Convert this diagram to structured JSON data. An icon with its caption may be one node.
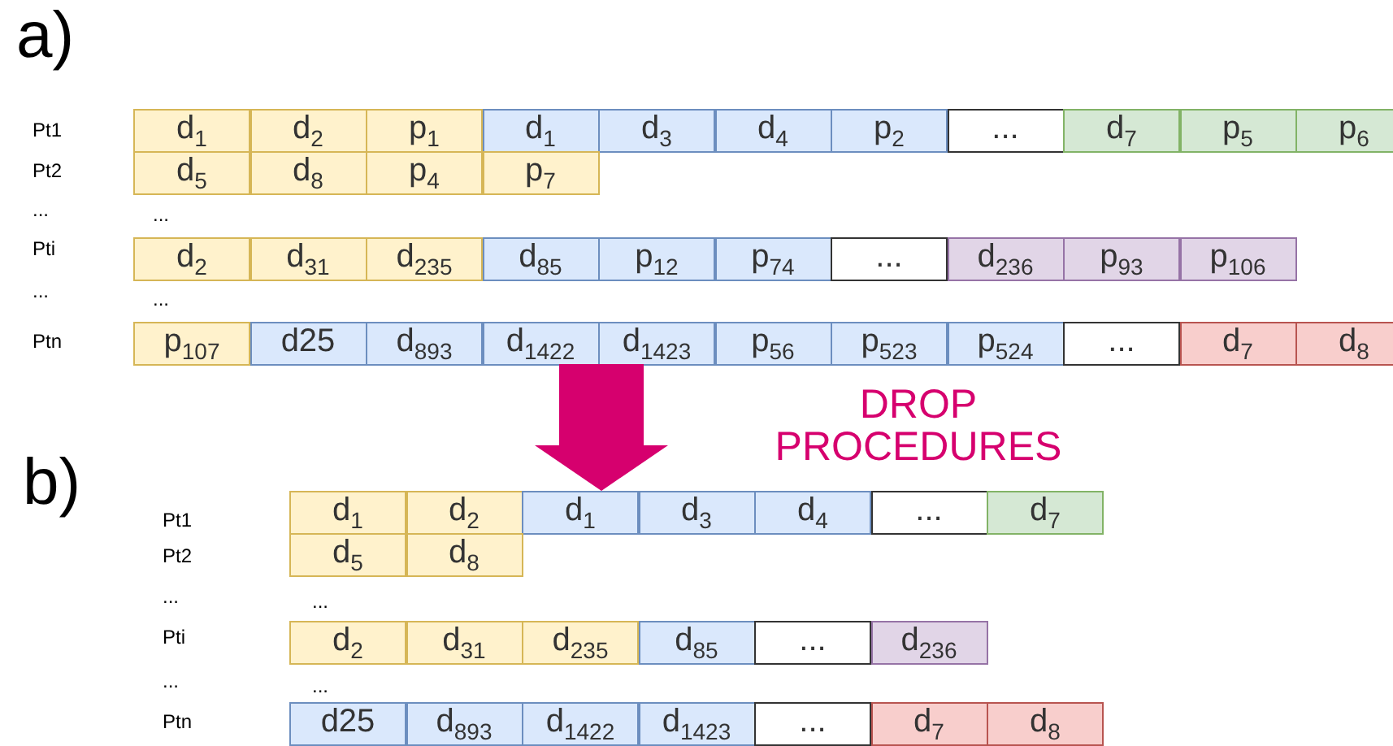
{
  "diagram": {
    "labels": [
      "a)",
      "Pt1",
      "d$_{1}$",
      "d$_{2}$",
      "p$_{1}$",
      "d$_{1}$",
      "d$_{3}$",
      "d$_{4}$",
      "p$_{2}$",
      "...",
      "d$_{7}$",
      "p$_{5}$",
      "p$_{6}$",
      "Pt2",
      "d$_{5}$",
      "d$_{8}$",
      "p$_{4}$",
      "p$_{7}$",
      "...",
      "...",
      "Pti",
      "d$_{2}$",
      "d$_{31}$",
      "d$_{235}$",
      "d$_{85}$",
      "p$_{12}$",
      "p$_{74}$",
      "...",
      "d$_{236}$",
      "p$_{93}$",
      "p$_{106}$",
      "...",
      "...",
      "Ptn",
      "p$_{107}$",
      "d25",
      "d$_{893}$",
      "d$_{1422}$",
      "d$_{1423}$",
      "p$_{56}$",
      "p$_{523}$",
      "p$_{524}$",
      "...",
      "d$_{7}$",
      "d$_{8}$",
      "DROP PROCEDURES",
      "b)",
      "Pt1",
      "d$_{1}$",
      "d$_{2}$",
      "d$_{1}$",
      "d$_{3}$",
      "d$_{4}$",
      "...",
      "d$_{7}$",
      "Pt2",
      "d$_{5}$",
      "d$_{8}$",
      "...",
      "...",
      "Pti",
      "d$_{2}$",
      "d$_{31}$",
      "d$_{235}$",
      "d$_{85}$",
      "...",
      "d$_{236}$",
      "...",
      "...",
      "Ptn",
      "d25",
      "d$_{893}$",
      "d$_{1422}$",
      "d$_{1423}$",
      "...",
      "d$_{7}$",
      "d$_{8}$"
    ]
  }
}
